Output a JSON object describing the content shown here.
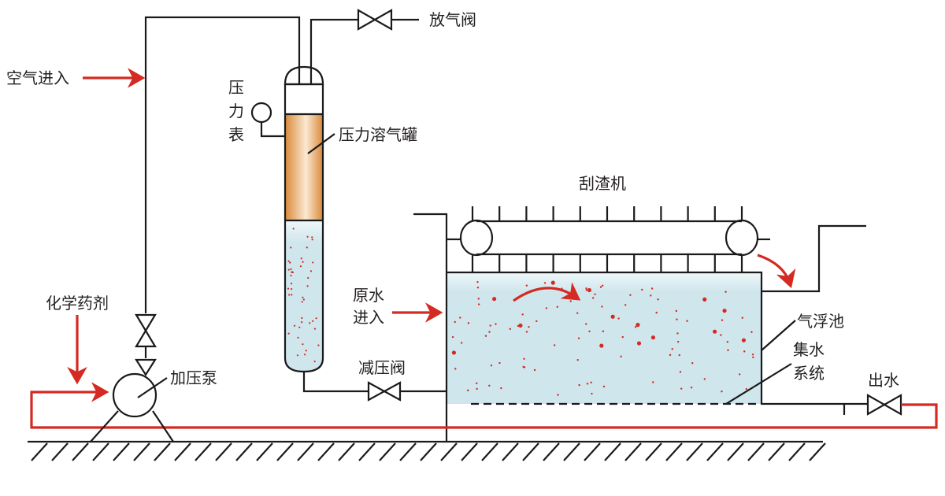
{
  "labels": {
    "vent_valve": "放气阀",
    "air_inlet": "空气进入",
    "gauge": [
      "压",
      "力",
      "表"
    ],
    "dissolved_air_tank": "压力溶气罐",
    "scraper": "刮渣机",
    "raw_water_in": [
      "原水",
      "进入"
    ],
    "flotation_tank": "气浮池",
    "collection_system": [
      "集水",
      "系统"
    ],
    "pressure_relief_valve": "减压阀",
    "chemical_dosing": "化学药剂",
    "pressure_pump": "加压泵",
    "water_out": "出水"
  },
  "colors": {
    "flow_arrow": "#d42a22",
    "water": "#cfe6ec",
    "tank_fill": "#d9913f",
    "pump": "#6b3f8c",
    "roller": "#3a5a9a"
  }
}
